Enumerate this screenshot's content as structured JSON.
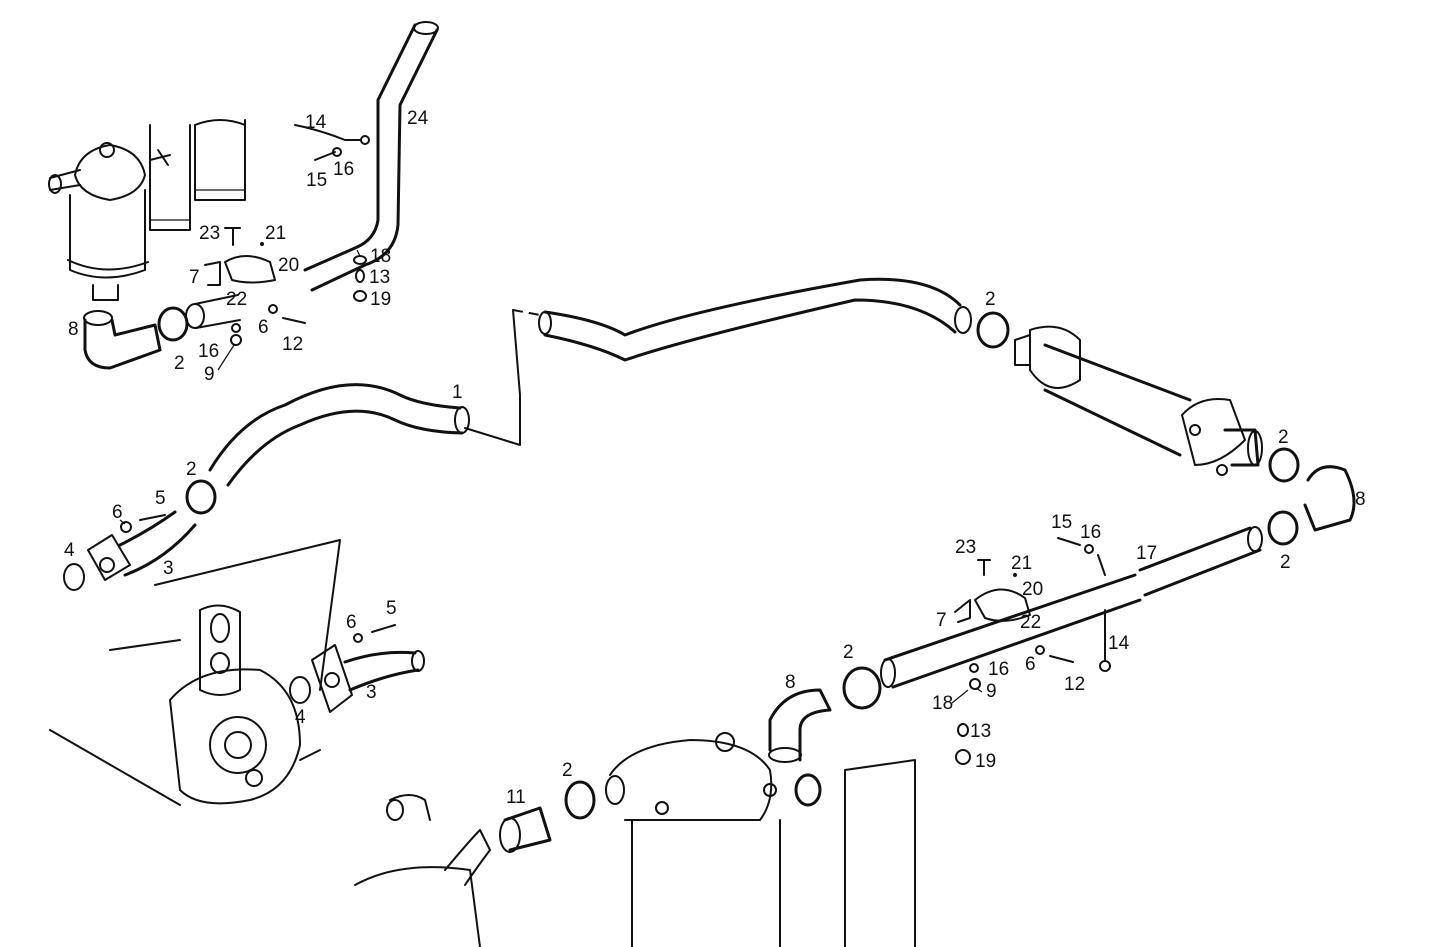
{
  "callouts": [
    {
      "key": "c24a",
      "text": "24"
    },
    {
      "key": "c14a",
      "text": "14"
    },
    {
      "key": "c15a",
      "text": "15"
    },
    {
      "key": "c16a",
      "text": "16"
    },
    {
      "key": "c23a",
      "text": "23"
    },
    {
      "key": "c21a",
      "text": "21"
    },
    {
      "key": "c7a",
      "text": "7"
    },
    {
      "key": "c20a",
      "text": "20"
    },
    {
      "key": "c18a",
      "text": "18"
    },
    {
      "key": "c13a",
      "text": "13"
    },
    {
      "key": "c19a",
      "text": "19"
    },
    {
      "key": "c22a",
      "text": "22"
    },
    {
      "key": "c8a",
      "text": "8"
    },
    {
      "key": "c2a",
      "text": "2"
    },
    {
      "key": "c16b",
      "text": "16"
    },
    {
      "key": "c9a",
      "text": "9"
    },
    {
      "key": "c6a",
      "text": "6"
    },
    {
      "key": "c12a",
      "text": "12"
    },
    {
      "key": "c1",
      "text": "1"
    },
    {
      "key": "c2b",
      "text": "2"
    },
    {
      "key": "c6b",
      "text": "6"
    },
    {
      "key": "c5a",
      "text": "5"
    },
    {
      "key": "c4a",
      "text": "4"
    },
    {
      "key": "c3a",
      "text": "3"
    },
    {
      "key": "c6c",
      "text": "6"
    },
    {
      "key": "c5b",
      "text": "5"
    },
    {
      "key": "c4b",
      "text": "4"
    },
    {
      "key": "c3b",
      "text": "3"
    },
    {
      "key": "c2c",
      "text": "2"
    },
    {
      "key": "c2d",
      "text": "2"
    },
    {
      "key": "c8b",
      "text": "8"
    },
    {
      "key": "c2e",
      "text": "2"
    },
    {
      "key": "c15b",
      "text": "15"
    },
    {
      "key": "c16c",
      "text": "16"
    },
    {
      "key": "c23b",
      "text": "23"
    },
    {
      "key": "c21b",
      "text": "21"
    },
    {
      "key": "c17",
      "text": "17"
    },
    {
      "key": "c20b",
      "text": "20"
    },
    {
      "key": "c7b",
      "text": "7"
    },
    {
      "key": "c22b",
      "text": "22"
    },
    {
      "key": "c14b",
      "text": "14"
    },
    {
      "key": "c2f",
      "text": "2"
    },
    {
      "key": "c8c",
      "text": "8"
    },
    {
      "key": "c16d",
      "text": "16"
    },
    {
      "key": "c9b",
      "text": "9"
    },
    {
      "key": "c6d",
      "text": "6"
    },
    {
      "key": "c12b",
      "text": "12"
    },
    {
      "key": "c18b",
      "text": "18"
    },
    {
      "key": "c13b",
      "text": "13"
    },
    {
      "key": "c19b",
      "text": "19"
    },
    {
      "key": "c11",
      "text": "11"
    },
    {
      "key": "c2g",
      "text": "2"
    }
  ]
}
